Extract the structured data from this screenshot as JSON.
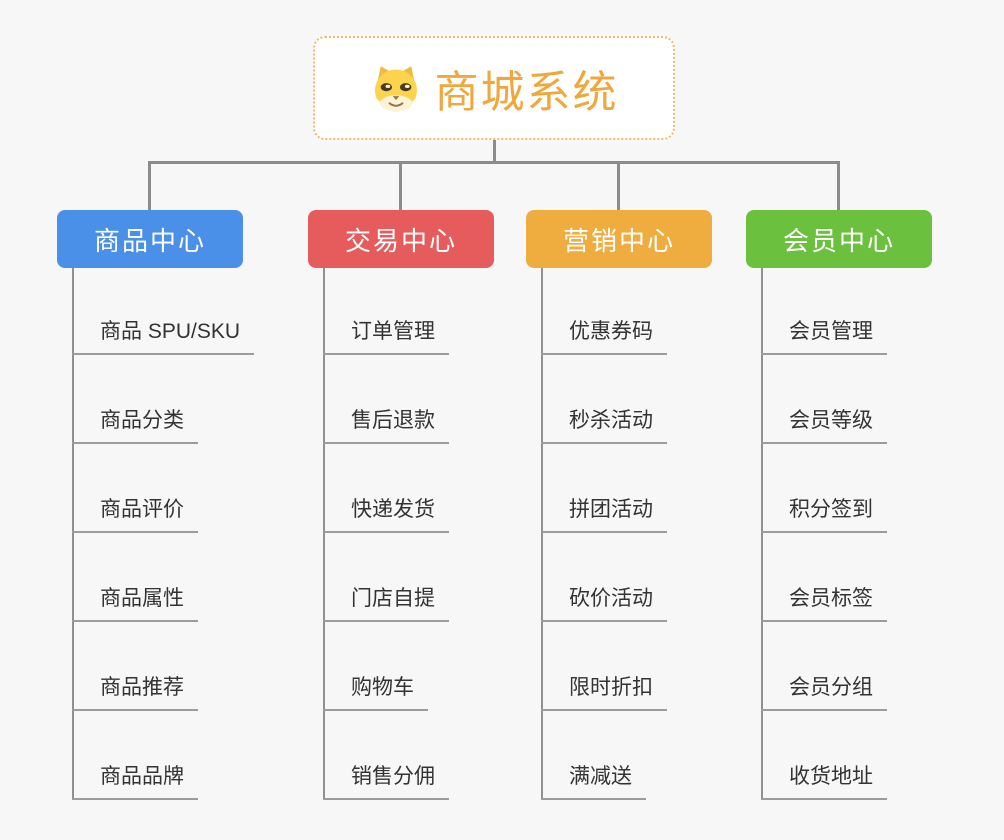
{
  "root": {
    "title": "商城系统",
    "icon": "dog-face-icon",
    "title_color": "#f0a73c",
    "border_color": "#ecba6a"
  },
  "colors": {
    "background": "#f7f7f7",
    "connector": "#8c8c8c",
    "leaf_text": "#333333"
  },
  "branches": [
    {
      "label": "商品中心",
      "color": "#4a90e8",
      "items": [
        "商品 SPU/SKU",
        "商品分类",
        "商品评价",
        "商品属性",
        "商品推荐",
        "商品品牌"
      ]
    },
    {
      "label": "交易中心",
      "color": "#e65b5b",
      "items": [
        "订单管理",
        "售后退款",
        "快递发货",
        "门店自提",
        "购物车",
        "销售分佣"
      ]
    },
    {
      "label": "营销中心",
      "color": "#efad3f",
      "items": [
        "优惠券码",
        "秒杀活动",
        "拼团活动",
        "砍价活动",
        "限时折扣",
        "满减送"
      ]
    },
    {
      "label": "会员中心",
      "color": "#6bc13e",
      "items": [
        "会员管理",
        "会员等级",
        "积分签到",
        "会员标签",
        "会员分组",
        "收货地址"
      ]
    }
  ]
}
